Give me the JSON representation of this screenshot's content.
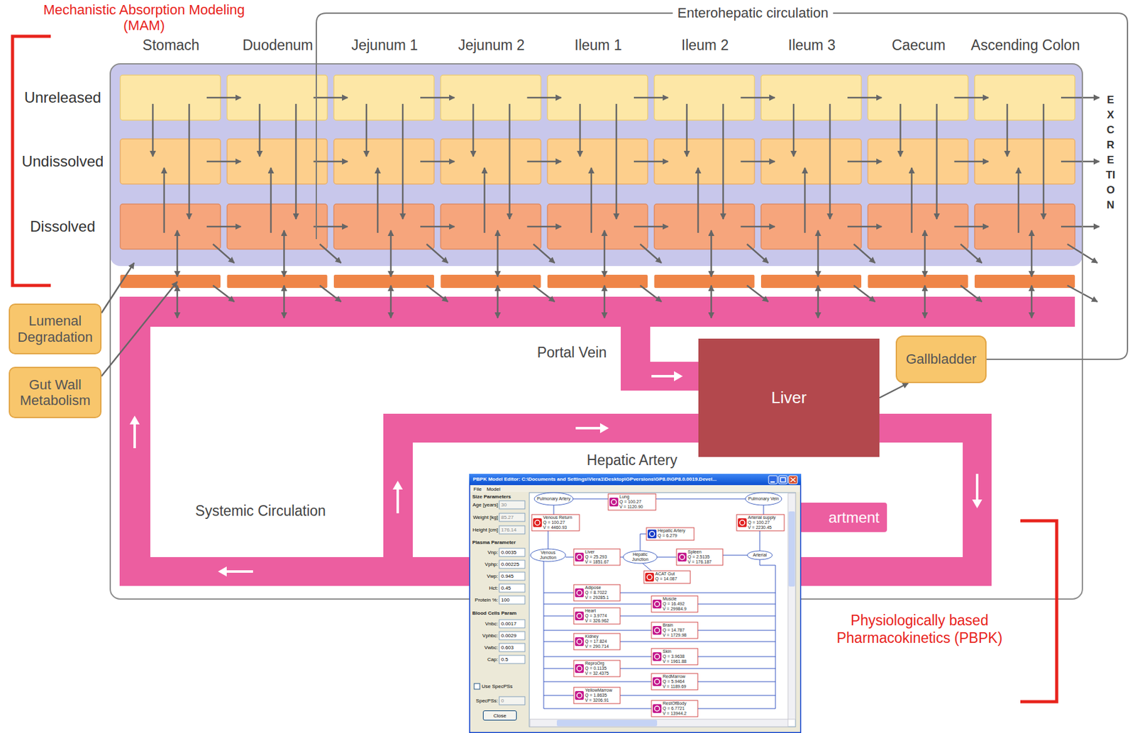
{
  "diagram": {
    "nodes": [
      {
        "text": [
          "Lumenal Degradation"
        ]
      },
      {
        "text": [
          "Gut Wall Metabolism"
        ]
      },
      {
        "text": [
          "Liver"
        ]
      },
      {
        "text": [
          "Gallbladder"
        ]
      },
      {
        "text": [
          "artment"
        ]
      },
      {
        "text": [
          "PBPK Model Editor: C:\\Documents and Settings\\Viera1\\Desktop\\GPversions\\GP8.0\\GP8.0.0019.Devel..."
        ]
      },
      {
        "text": [
          "Close"
        ],
        "in": 5
      }
    ],
    "edges": [
      {
        "from": 2,
        "to": 3,
        "arrow": "to"
      }
    ],
    "labels": [
      "Mechanistic Absorption Modeling (MAM)",
      "Enterohepatic circulation",
      "Stomach",
      "Duodenum",
      "Jejunum 1",
      "Jejunum 2",
      "Ileum 1",
      "Ileum 2",
      "Ileum 3",
      "Caecum",
      "Ascending Colon",
      "Unreleased",
      "Undissolved",
      "Dissolved",
      "EXCRETION",
      "Portal Vein",
      "Hepatic Artery",
      "Systemic Circulation",
      "Physiologically based Pharmacokinetics (PBPK)",
      "File",
      "Model",
      "Size Parameters",
      "Age [years]",
      "30",
      "Weight [kg]",
      "85.27",
      "Height [cm]",
      "176.14",
      "Plasma Parameter",
      "Vnp:",
      "0.0035",
      "Vphp:",
      "0.00225",
      "Vwp:",
      "0.945",
      "Hct:",
      "0.45",
      "Protein %:",
      "100",
      "Blood Cells Param",
      "Vnbc:",
      "0.0017",
      "Vphbc:",
      "0.0029",
      "Vwbc:",
      "0.603",
      "Cap:",
      "0.5",
      "Use SpecPSs",
      "SpecPSs:",
      "0",
      "Pulmonary Artery",
      "Lung",
      "Q = 100.27",
      "V = 1120.90",
      "Pulmonary Vein",
      "Venous Return",
      "Q = 100.27",
      "V = 4460.93",
      "Arterial supply",
      "Q = 100.27",
      "V = 2230.45",
      "Hepatic Artery",
      "Q = 6.279",
      "Venous Junction",
      "Liver",
      "Q = 25.293",
      "V = 1851.67",
      "Hepatic Junction",
      "Spleen",
      "Q = 2.5135",
      "V = 176.187",
      "Arterial",
      "ACAT Gut",
      "Q = 14.087",
      "Adipose",
      "Q = 8.7022",
      "V = 29285.1",
      "Muscle",
      "Q = 16.492",
      "V = 29984.9",
      "Heart",
      "Q = 3.9774",
      "V = 326.962",
      "Brain",
      "Q = 14.787",
      "V = 1729.98",
      "Kidney",
      "Q = 17.824",
      "V = 290.714",
      "Skin",
      "Q = 3.9638",
      "V = 1961.88",
      "ReproOrg",
      "Q = 0.1135",
      "V = 32.4375",
      "RedMarrow",
      "Q = 5.9464",
      "V = 1189.69",
      "YellowMarrow",
      "Q = 1.8635",
      "V = 3206.91",
      "RestOfBody",
      "Q = 6.7721",
      "V = 13944.2"
    ]
  }
}
